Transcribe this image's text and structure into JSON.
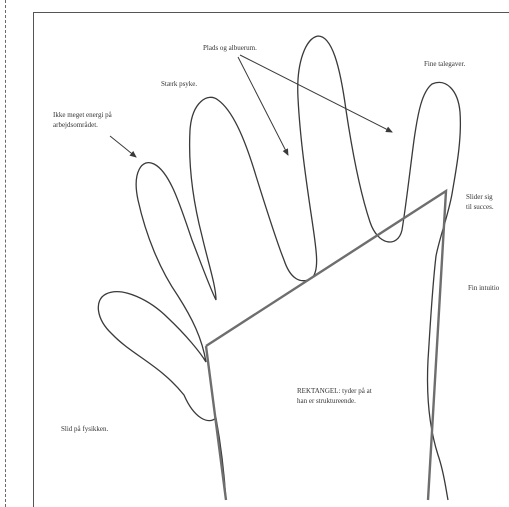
{
  "annotations": {
    "plads": "Plads og albuerum.",
    "staerk": "Stærk psyke.",
    "fine": "Fine talegaver.",
    "ikke_line1": "Ikke meget energi på",
    "ikke_line2": "arbejdsområdet.",
    "slider_line1": "Slider sig",
    "slider_line2": "til succes.",
    "fin_intuition": "Fin intuitio",
    "slid": "Slid på fysikken.",
    "rektangel_line1": "REKTANGEL: tyder på at",
    "rektangel_line2": "han er struktureende."
  },
  "colors": {
    "ink": "#3a3a3a",
    "rectangle": "#6e6e6e",
    "frame": "#555555"
  }
}
